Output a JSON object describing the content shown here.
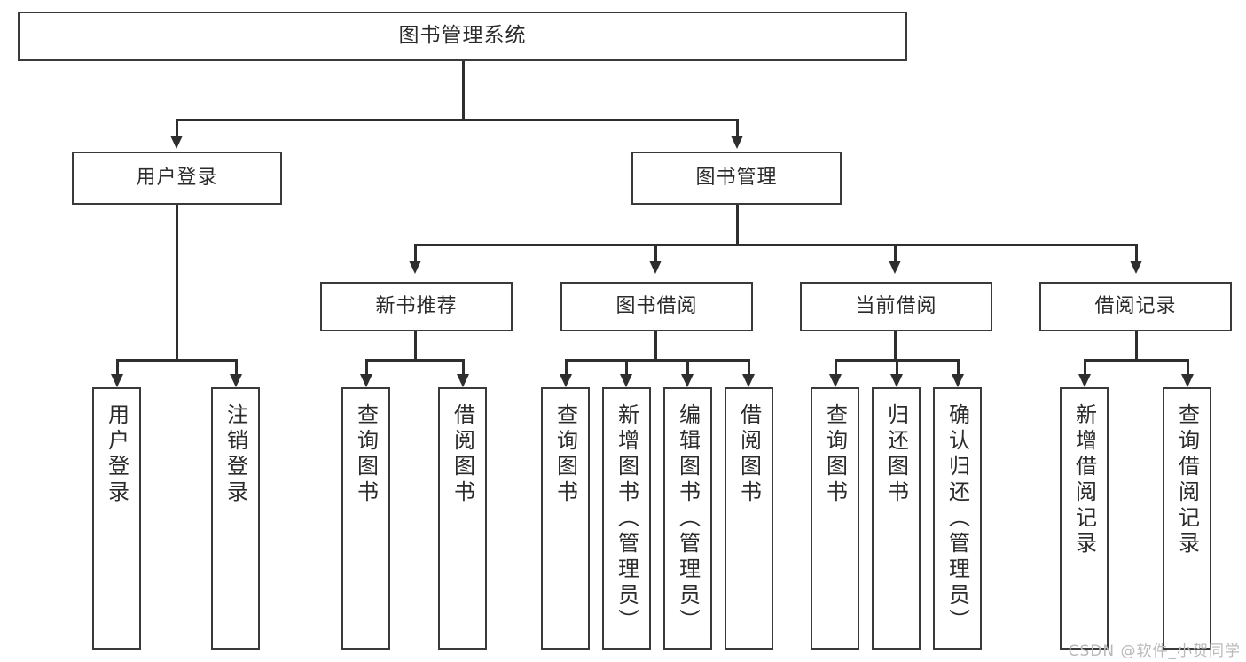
{
  "diagram": {
    "title": "图书管理系统",
    "type": "tree-hierarchy-diagram",
    "colors": {
      "box_border": "#3a3a3a",
      "connector": "#2e2e2e",
      "text": "#2b2b2b",
      "background": "#ffffff",
      "watermark": "#b9b9b9"
    },
    "root": {
      "label": "图书管理系统"
    },
    "level2": [
      {
        "label": "用户登录"
      },
      {
        "label": "图书管理"
      }
    ],
    "level3": [
      {
        "label": "新书推荐"
      },
      {
        "label": "图书借阅"
      },
      {
        "label": "当前借阅"
      },
      {
        "label": "借阅记录"
      }
    ],
    "leaves": {
      "user_login": [
        {
          "label": "用户登录"
        },
        {
          "label": "注销登录"
        }
      ],
      "new_book_recommend": [
        {
          "label": "查询图书"
        },
        {
          "label": "借阅图书"
        }
      ],
      "book_borrow": [
        {
          "label": "查询图书"
        },
        {
          "label": "新增图书（管理员）"
        },
        {
          "label": "编辑图书（管理员）"
        },
        {
          "label": "借阅图书"
        }
      ],
      "current_borrow": [
        {
          "label": "查询图书"
        },
        {
          "label": "归还图书"
        },
        {
          "label": "确认归还（管理员）"
        }
      ],
      "borrow_record": [
        {
          "label": "新增借阅记录"
        },
        {
          "label": "查询借阅记录"
        }
      ]
    }
  },
  "watermark": {
    "text": "CSDN @软件_小贺同学"
  }
}
